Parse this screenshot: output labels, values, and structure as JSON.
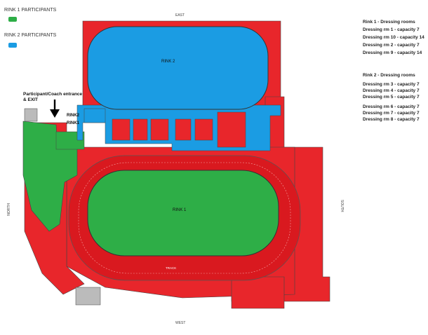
{
  "legend": {
    "rink1_label": "RINK 1 PARTICIPANTS",
    "rink1_color": "#2eae47",
    "rink2_label": "RINK 2 PARTICIPANTS",
    "rink2_color": "#1b9ce3"
  },
  "compass": {
    "top": "EAST",
    "bottom": "WEST",
    "left": "NORTH",
    "right": "SOUTH"
  },
  "map": {
    "rink1_label": "RINK 1",
    "rink2_label": "RINK 2",
    "room_rink2_label": "RINK2",
    "room_rink1_label": "RINK1",
    "entrance_label_line1": "Participant/Coach entrance",
    "entrance_label_line2": "& EXIT",
    "track_label": "TRACK",
    "colors": {
      "building": "#e8262b",
      "rink1": "#2eae47",
      "rink2": "#1b9ce3",
      "seating": "#d9191f",
      "outline": "#333333"
    }
  },
  "dressing_rooms": {
    "rink1_heading": "Rink 1 - Dressing rooms",
    "rink1_rooms": [
      "Dressing rm 1 - capacity 7",
      "Dressing rm 10 - capacity 14",
      "Dressing rm 2 - capacity 7",
      "Dressing rm 9 - capacity 14"
    ],
    "rink2_heading": "Rink 2 - Dressing rooms",
    "rink2_group1": [
      "Dressing rm 3 - capacity 7",
      "Dressing rm 4 - capacity 7",
      "Dressing rm 5 - capacity 7"
    ],
    "rink2_group2": [
      "Dressing rm 6 - capacity 7",
      "Dressing rm 7 - capacity 7",
      "Dressing rm 8 - capacity 7"
    ]
  }
}
